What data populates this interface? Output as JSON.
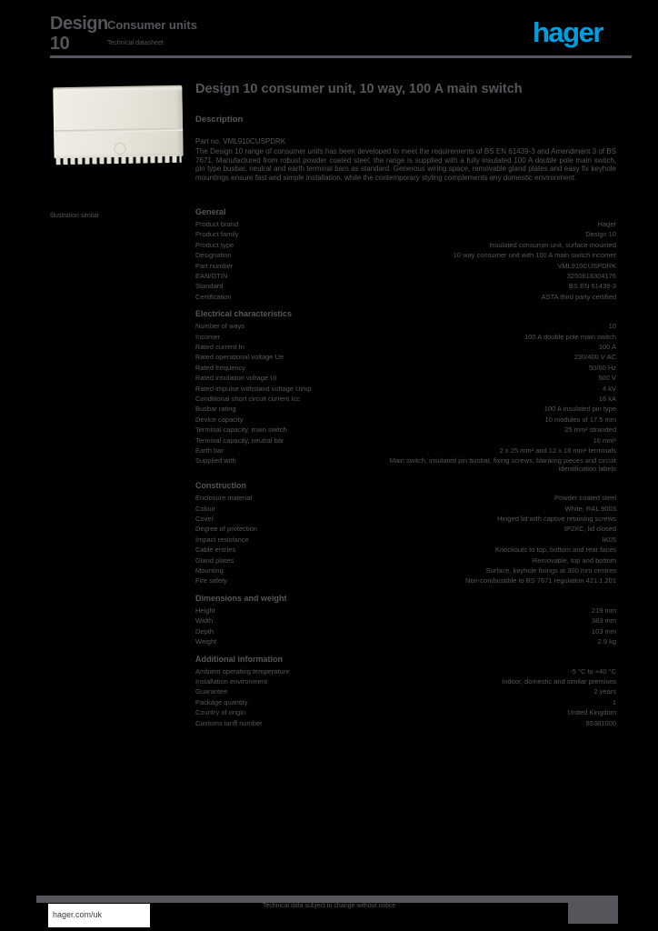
{
  "colors": {
    "background": "#000000",
    "text_gray": "#55565b",
    "logo_blue": "#00a0e0",
    "paper_white": "#ffffff"
  },
  "header": {
    "brand_line1": "Design",
    "brand_line2": "10",
    "doc_title": "Consumer units",
    "doc_subtitle": "Technical datasheet",
    "logo_text": "hager"
  },
  "product": {
    "title": "Design 10 consumer unit, 10 way, 100 A main switch",
    "description_heading": "Description",
    "ref_line": "Part no. VML910CUSPDRK",
    "description": "The Design 10 range of consumer units has been developed to meet the requirements of BS EN 61439-3 and Amendment 3 of BS 7671. Manufactured from robust powder coated steel, the range is supplied with a fully insulated 100 A double pole main switch, pin type busbar, neutral and earth terminal bars as standard. Generous wiring space, removable gland plates and easy fix keyhole mountings ensure fast and simple installation, while the contemporary styling complements any domestic environment."
  },
  "image_caption": "Illustration similar",
  "spec_sections": [
    {
      "heading": "General",
      "rows": [
        {
          "label": "Product brand",
          "value": "Hager"
        },
        {
          "label": "Product family",
          "value": "Design 10"
        },
        {
          "label": "Product type",
          "value": "Insulated consumer unit, surface mounted"
        },
        {
          "label": "Designation",
          "value": "10 way consumer unit with 100 A main switch incomer"
        },
        {
          "label": "Part number",
          "value": "VML910CUSPDRK"
        },
        {
          "label": "EAN/GTIN",
          "value": "3250618304176"
        },
        {
          "label": "Standard",
          "value": "BS EN 61439-3"
        },
        {
          "label": "Certification",
          "value": "ASTA third party certified"
        }
      ]
    },
    {
      "heading": "Electrical characteristics",
      "rows": [
        {
          "label": "Number of ways",
          "value": "10"
        },
        {
          "label": "Incomer",
          "value": "100 A double pole main switch"
        },
        {
          "label": "Rated current In",
          "value": "100 A"
        },
        {
          "label": "Rated operational voltage Ue",
          "value": "230/400 V AC"
        },
        {
          "label": "Rated frequency",
          "value": "50/60 Hz"
        },
        {
          "label": "Rated insulation voltage Ui",
          "value": "500 V"
        },
        {
          "label": "Rated impulse withstand voltage Uimp",
          "value": "4 kV"
        },
        {
          "label": "Conditional short circuit current Icc",
          "value": "16 kA"
        },
        {
          "label": "Busbar rating",
          "value": "100 A insulated pin type"
        },
        {
          "label": "Device capacity",
          "value": "10 modules of 17.5 mm"
        },
        {
          "label": "Terminal capacity, main switch",
          "value": "25 mm² stranded"
        },
        {
          "label": "Terminal capacity, neutral bar",
          "value": "16 mm²"
        },
        {
          "label": "Earth bar",
          "value": "2 x 25 mm² and 12 x 16 mm² terminals",
          "wrap": true
        },
        {
          "label": "Supplied with",
          "value": "Main switch, insulated pin busbar, fixing screws, blanking pieces and circuit identification labels",
          "wrap": true
        }
      ]
    },
    {
      "heading": "Construction",
      "rows": [
        {
          "label": "Enclosure material",
          "value": "Powder coated steel"
        },
        {
          "label": "Colour",
          "value": "White, RAL 9003"
        },
        {
          "label": "Cover",
          "value": "Hinged lid with captive retaining screws"
        },
        {
          "label": "Degree of protection",
          "value": "IP2XC, lid closed"
        },
        {
          "label": "Impact resistance",
          "value": "IK05"
        },
        {
          "label": "Cable entries",
          "value": "Knockouts to top, bottom and rear faces"
        },
        {
          "label": "Gland plates",
          "value": "Removable, top and bottom"
        },
        {
          "label": "Mounting",
          "value": "Surface, keyhole fixings at 300 mm centres"
        },
        {
          "label": "Fire safety",
          "value": "Non-combustible to BS 7671 regulation 421.1.201"
        }
      ]
    },
    {
      "heading": "Dimensions and weight",
      "rows": [
        {
          "label": "Height",
          "value": "219 mm"
        },
        {
          "label": "Width",
          "value": "383 mm"
        },
        {
          "label": "Depth",
          "value": "103 mm"
        },
        {
          "label": "Weight",
          "value": "2.9 kg"
        }
      ]
    },
    {
      "heading": "Additional information",
      "rows": [
        {
          "label": "Ambient operating temperature",
          "value": "-5 °C to +40 °C"
        },
        {
          "label": "Installation environment",
          "value": "Indoor, domestic and similar premises"
        },
        {
          "label": "Guarantee",
          "value": "2 years"
        },
        {
          "label": "Package quantity",
          "value": "1"
        },
        {
          "label": "Country of origin",
          "value": "United Kingdom"
        },
        {
          "label": "Customs tariff number",
          "value": "85381000"
        }
      ]
    }
  ],
  "footer": {
    "website": "hager.com/uk",
    "note": "Technical data subject to change without notice"
  }
}
